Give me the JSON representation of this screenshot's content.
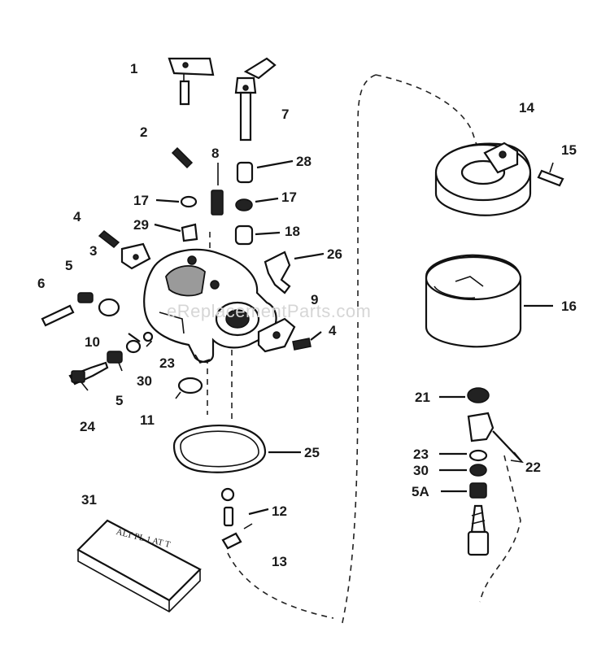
{
  "watermark": "eReplacementParts.com",
  "kit_text": "ALT PL 1 AT T",
  "callouts": {
    "c1": "1",
    "c2": "2",
    "c3": "3",
    "c4a": "4",
    "c4b": "4",
    "c5a": "5",
    "c5b": "5",
    "c5A": "5A",
    "c6": "6",
    "c7": "7",
    "c8": "8",
    "c9": "9",
    "c10": "10",
    "c11": "11",
    "c12": "12",
    "c13": "13",
    "c14": "14",
    "c15": "15",
    "c16": "16",
    "c17a": "17",
    "c17b": "17",
    "c18": "18",
    "c21": "21",
    "c22": "22",
    "c23a": "23",
    "c23b": "23",
    "c24": "24",
    "c25": "25",
    "c26": "26",
    "c28": "28",
    "c29": "29",
    "c30a": "30",
    "c30b": "30",
    "c31": "31"
  }
}
